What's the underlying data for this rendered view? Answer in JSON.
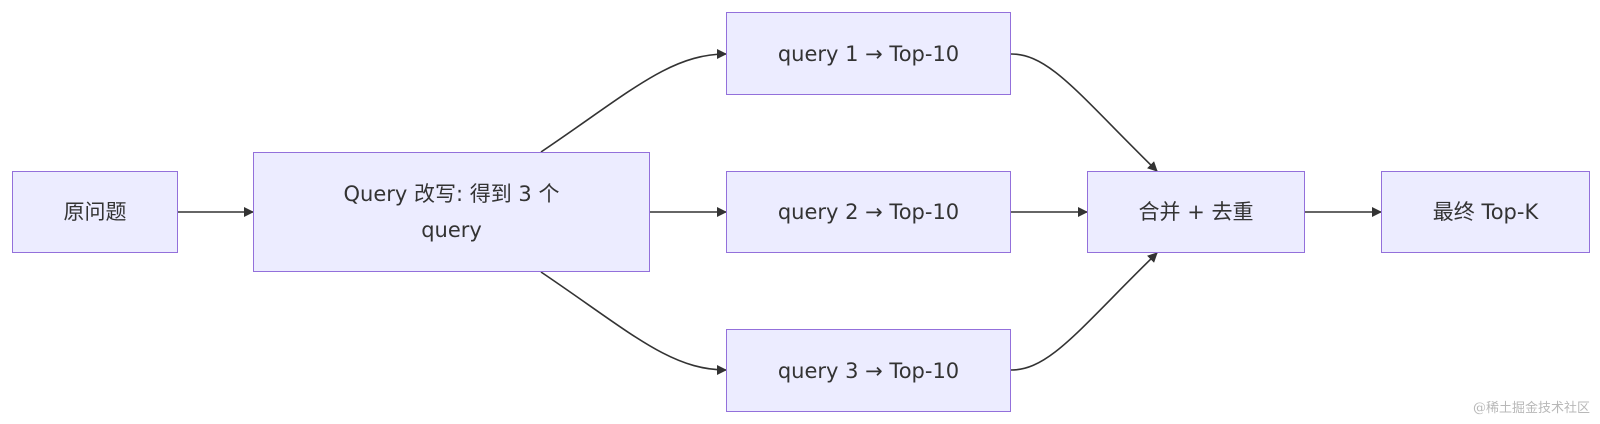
{
  "nodes": {
    "question": "原问题",
    "rewrite": "Query 改写: 得到 3 个 query",
    "q1": "query 1 → Top-10",
    "q2": "query 2 → Top-10",
    "q3": "query 3 → Top-10",
    "merge": "合并 + 去重",
    "final": "最终 Top-K"
  },
  "edges": [
    {
      "from": "question",
      "to": "rewrite"
    },
    {
      "from": "rewrite",
      "to": "q1"
    },
    {
      "from": "rewrite",
      "to": "q2"
    },
    {
      "from": "rewrite",
      "to": "q3"
    },
    {
      "from": "q1",
      "to": "merge"
    },
    {
      "from": "q2",
      "to": "merge"
    },
    {
      "from": "q3",
      "to": "merge"
    },
    {
      "from": "merge",
      "to": "final"
    }
  ],
  "colors": {
    "node_fill": "#ececff",
    "node_border": "#9370db",
    "edge": "#333333",
    "text": "#333333"
  },
  "watermark": "@稀土掘金技术社区"
}
